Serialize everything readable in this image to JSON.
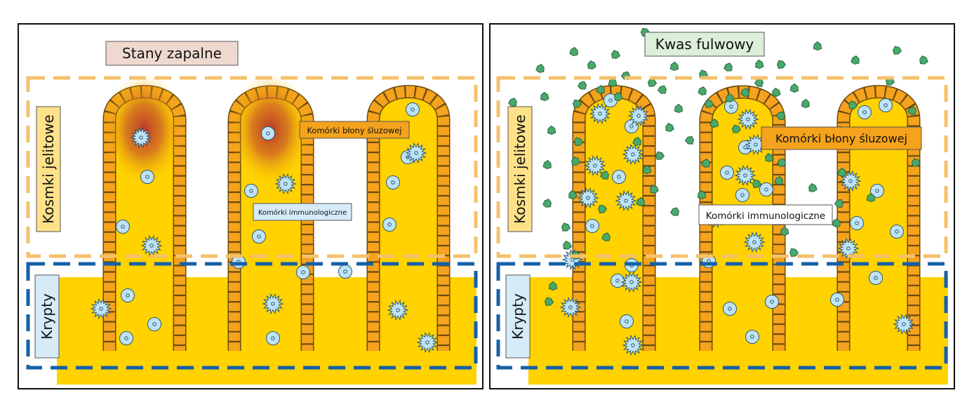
{
  "left_panel": {
    "title": "Stany zapalne",
    "region_villi": "Kosmki jelitowe",
    "region_crypts": "Krypty",
    "label_mucosa": "Komórki błony śluzowej",
    "label_immune": "Komórki immunologiczne"
  },
  "right_panel": {
    "title": "Kwas fulwowy",
    "region_villi": "Kosmki jelitowe",
    "region_crypts": "Krypty",
    "label_mucosa": "Komórki błony śluzowej",
    "label_immune": "Komórki immunologiczne"
  },
  "colors": {
    "tissue": "#ffd200",
    "epithelium": "#f5a21c",
    "inflammation": "#b5302a",
    "immune_cell": "#bfe3f5",
    "fulvic_particle": "#49a86b",
    "villi_box": "#f5c16c",
    "crypt_box": "#1560a8",
    "title_left_bg": "#efd9cf",
    "title_right_bg": "#dcefd8",
    "mucosa_label_bg": "#f5a21c",
    "immune_label_bg": "#d6ebf8",
    "villi_label_bg": "#ffe18a",
    "crypt_label_bg": "#d6ebf8"
  }
}
